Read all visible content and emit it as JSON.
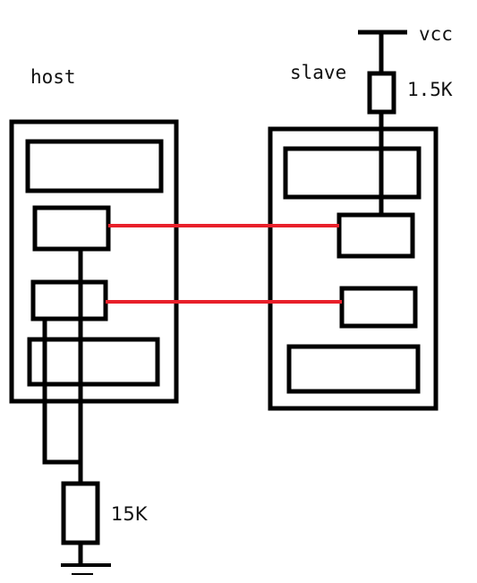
{
  "labels": {
    "host": "host",
    "slave": "slave",
    "vcc": "vcc",
    "pullup_resistor": "1.5K",
    "pulldown_resistor": "15K"
  },
  "colors": {
    "line": "#000000",
    "signal": "#e8202a",
    "background": "#ffffff"
  },
  "icons": {
    "vcc": "vcc-rail-icon",
    "ground": "ground-icon",
    "resistor": "resistor-icon"
  }
}
